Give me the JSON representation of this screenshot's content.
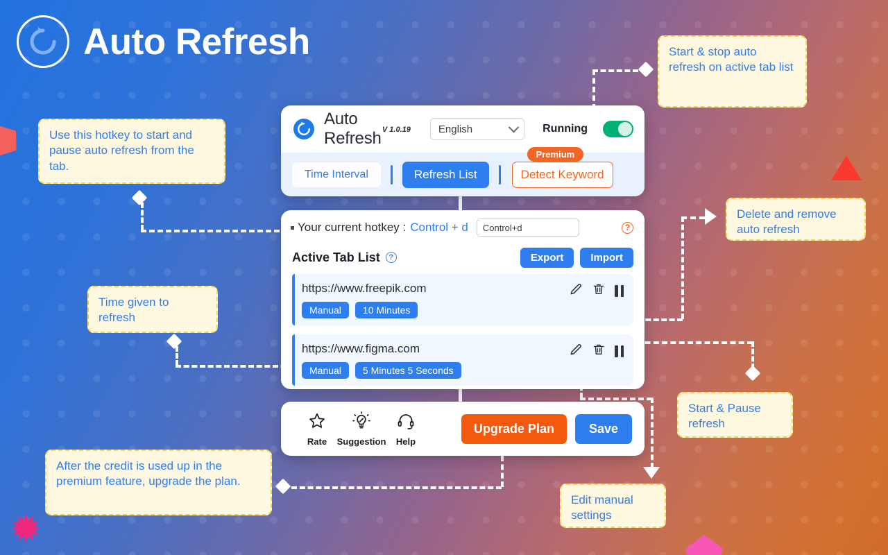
{
  "page": {
    "title": "Auto Refresh",
    "logo_icon": "refresh-circle-icon"
  },
  "popup": {
    "brand": {
      "name": "Auto Refresh",
      "version": "V 1.0.19",
      "logo_icon": "refresh-circle-icon"
    },
    "language": {
      "selected": "English",
      "chevron_icon": "chevron-down-icon"
    },
    "status": {
      "label": "Running",
      "toggle_on": true,
      "toggle_color": "#00b074"
    },
    "tabs": [
      {
        "label": "Time Interval",
        "state": "inactive"
      },
      {
        "label": "Refresh List",
        "state": "active"
      },
      {
        "label": "Detect Keyword",
        "state": "premium",
        "badge": "Premium"
      }
    ],
    "hotkey": {
      "label": "Your current hotkey :",
      "value": "Control + d",
      "input_value": "Control+d",
      "help_icon": "question-circle-icon"
    },
    "list": {
      "title": "Active Tab List",
      "help_icon": "question-circle-icon",
      "export_label": "Export",
      "import_label": "Import",
      "rows": [
        {
          "url": "https://www.freepik.com",
          "badges": [
            "Manual",
            "10 Minutes"
          ],
          "icons": [
            "pencil-icon",
            "trash-icon",
            "pause-icon"
          ]
        },
        {
          "url": "https://www.figma.com",
          "badges": [
            "Manual",
            "5 Minutes 5 Seconds"
          ],
          "icons": [
            "pencil-icon",
            "trash-icon",
            "pause-icon"
          ]
        }
      ]
    },
    "footer": {
      "items": [
        {
          "label": "Rate",
          "icon": "star-icon"
        },
        {
          "label": "Suggestion",
          "icon": "lightbulb-icon"
        },
        {
          "label": "Help",
          "icon": "headset-icon"
        }
      ],
      "upgrade_label": "Upgrade Plan",
      "save_label": "Save"
    }
  },
  "callouts": [
    {
      "id": "hotkey",
      "text": "Use this hotkey to start and pause auto refresh from the tab."
    },
    {
      "id": "start-stop",
      "text": "Start & stop auto refresh on active tab list"
    },
    {
      "id": "delete",
      "text": "Delete and remove auto refresh"
    },
    {
      "id": "time-given",
      "text": "Time given to refresh"
    },
    {
      "id": "start-pause",
      "text": "Start & Pause refresh"
    },
    {
      "id": "upgrade",
      "text": "After the credit is used up in the premium feature, upgrade the plan."
    },
    {
      "id": "edit-manual",
      "text": "Edit manual settings"
    }
  ],
  "theme": {
    "accent_blue": "#2f7ef0",
    "accent_orange": "#f4590e",
    "premium_orange": "#f26522",
    "toggle_green": "#00b074",
    "callout_bg": "#fdf8df",
    "callout_border": "#f5d44a"
  }
}
